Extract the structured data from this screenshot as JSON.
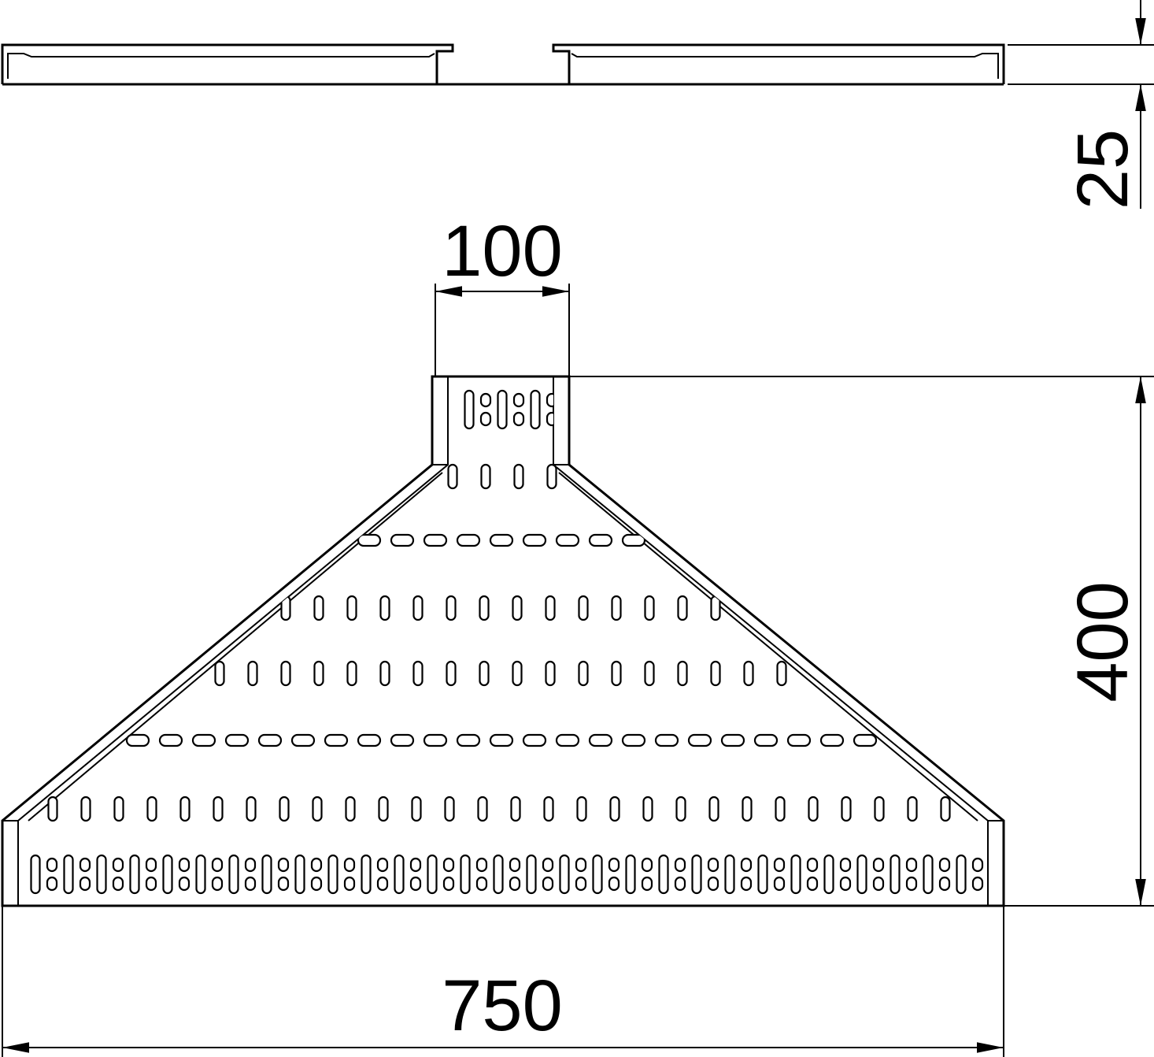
{
  "dimensions": {
    "height_side": "25",
    "neck_width": "100",
    "length": "400",
    "width": "750"
  }
}
